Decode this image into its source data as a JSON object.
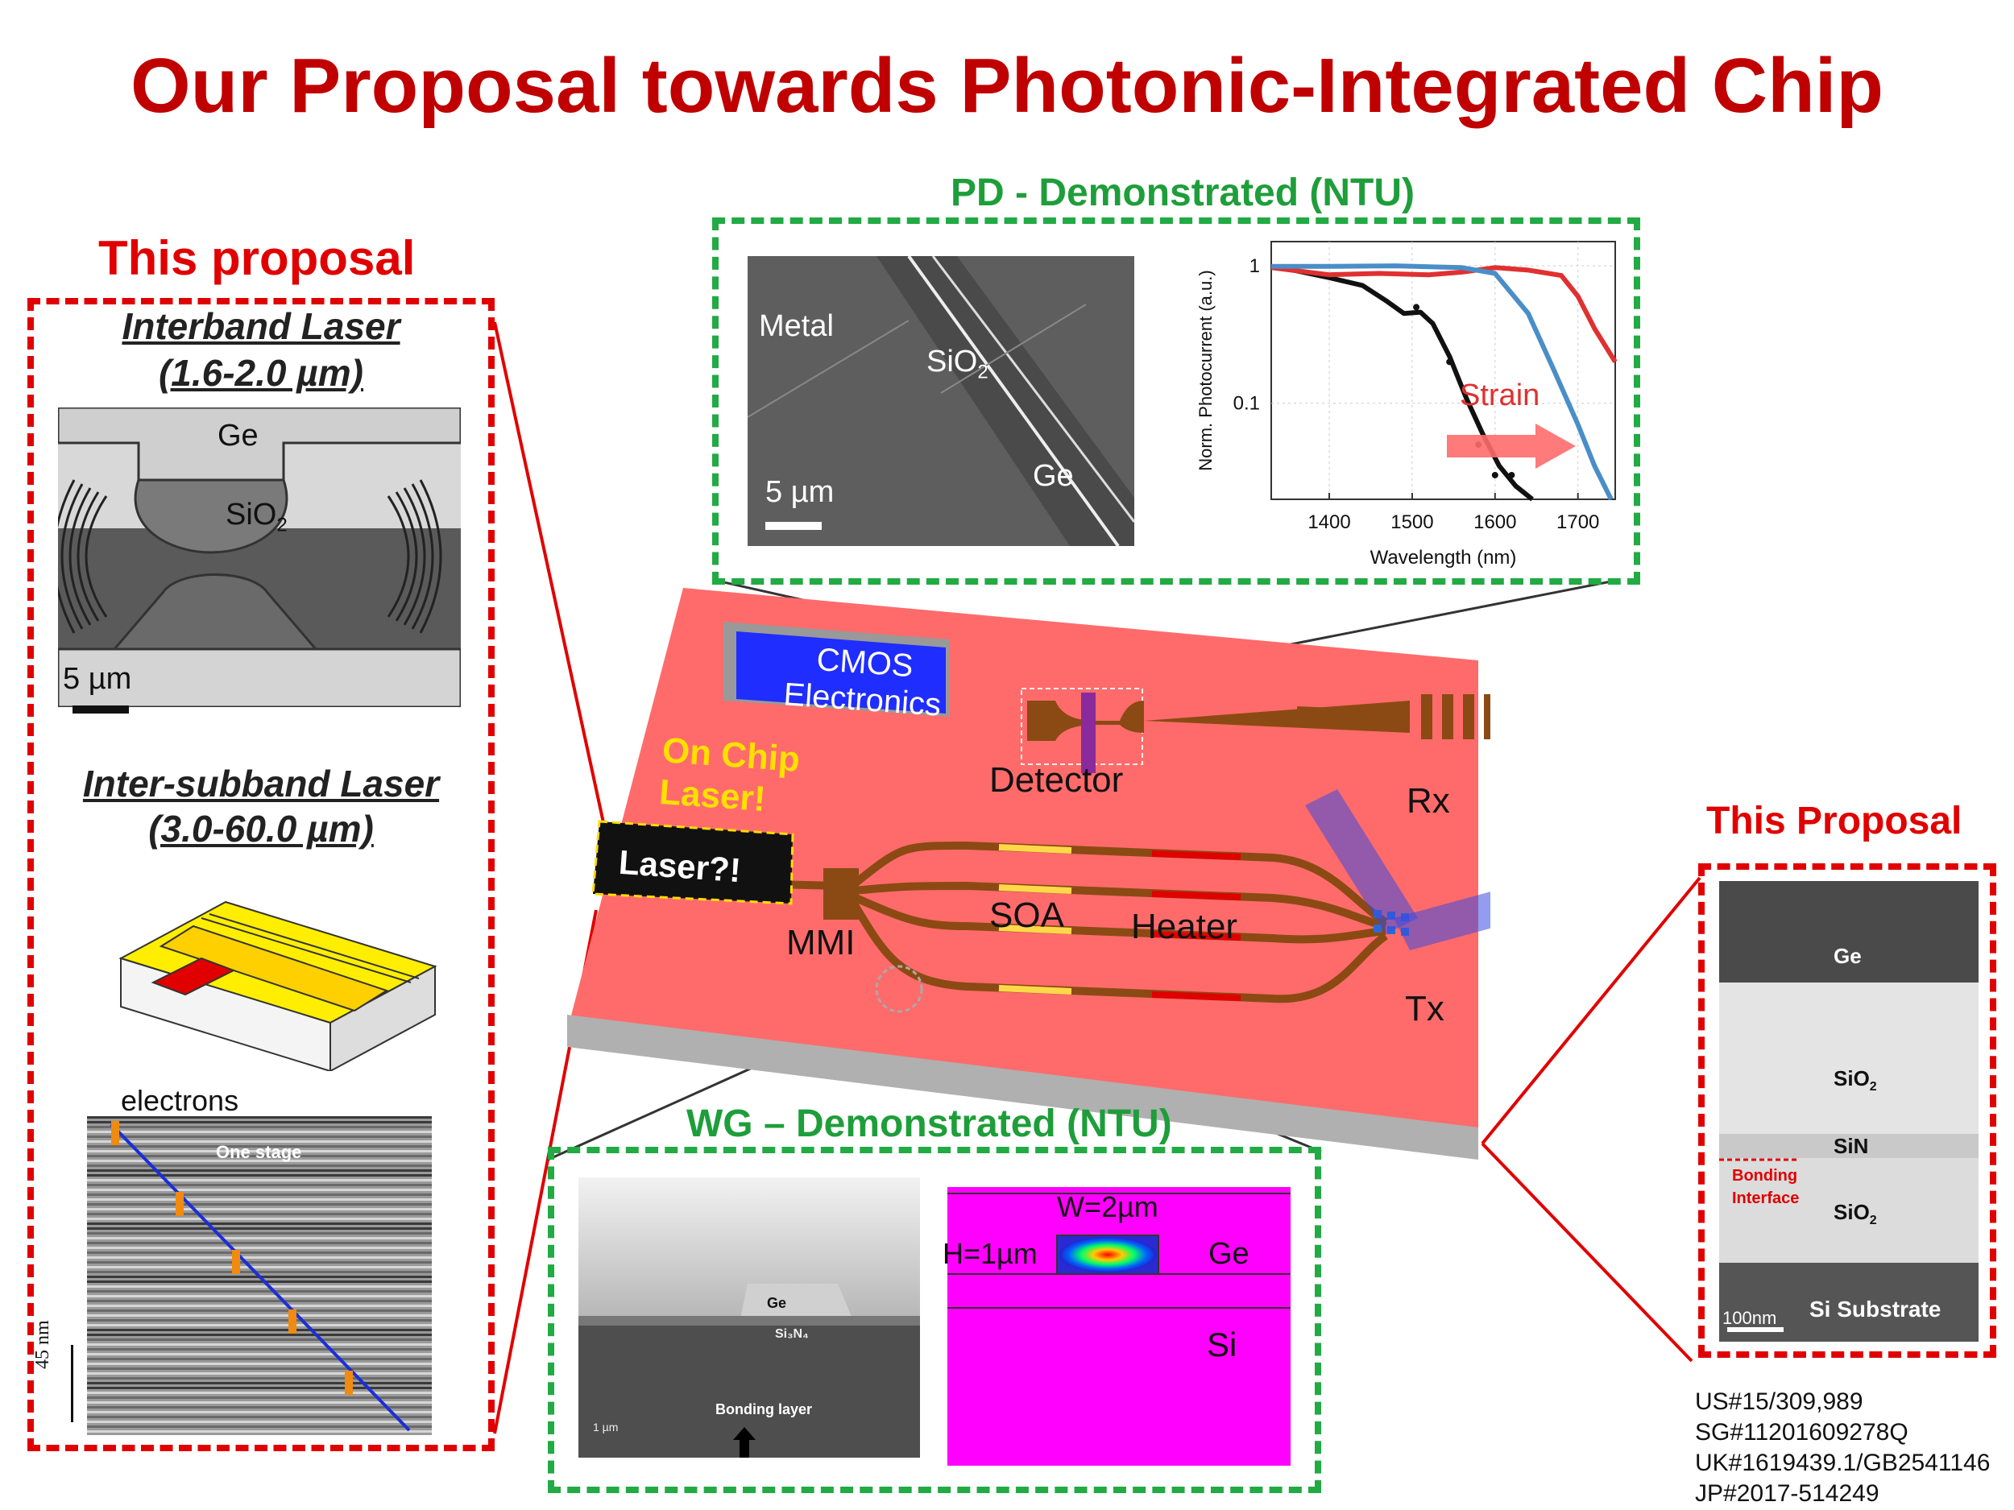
{
  "title": "Our Proposal towards Photonic-Integrated Chip",
  "left_panel": {
    "header": "This proposal",
    "interband": {
      "title": "Interband Laser",
      "range": "(1.6-2.0 µm)",
      "labels": {
        "ge": "Ge",
        "sio2": "SiO",
        "sio2_sub": "2",
        "scale": "5 µm"
      }
    },
    "intersubband": {
      "title": "Inter-subband Laser",
      "range": "(3.0-60.0 µm)",
      "labels": {
        "electrons": "electrons",
        "one_stage": "One stage",
        "scale": "45 nm"
      }
    }
  },
  "pd_panel": {
    "header": "PD - Demonstrated (NTU)",
    "sem_labels": {
      "metal": "Metal",
      "sio2": "SiO",
      "sio2_sub": "2",
      "ge": "Ge",
      "scale": "5 µm"
    }
  },
  "chip": {
    "cmos": "CMOS Electronics",
    "on_chip_laser": "On Chip Laser!",
    "laser": "Laser?!",
    "detector": "Detector",
    "rx": "Rx",
    "mmi": "MMI",
    "soa": "SOA",
    "heater": "Heater",
    "tx": "Tx"
  },
  "wg_panel": {
    "header": "WG – Demonstrated (NTU)",
    "sem_labels": {
      "ge": "Ge",
      "si3n4": "Si₃N₄",
      "bonding": "Bonding layer",
      "scale": "1 µm"
    },
    "mode_labels": {
      "w": "W=2µm",
      "h": "H=1µm",
      "ge": "Ge",
      "si": "Si"
    }
  },
  "right_panel": {
    "header": "This Proposal",
    "layers": {
      "ge": "Ge",
      "sio2_top": "SiO",
      "sio2_sub": "2",
      "sin": "SiN",
      "bonding": "Bonding Interface",
      "sio2_bot": "SiO",
      "si_sub": "Si Substrate",
      "scale": "100nm"
    }
  },
  "patents": [
    "US#15/309,989",
    "SG#11201609278Q",
    "UK#1619439.1/GB2541146",
    "JP#2017-514249"
  ],
  "colors": {
    "title": "#c00000",
    "red_box": "#e00000",
    "green_box": "#22aa44",
    "chip": "#ff6b6b",
    "waveguide": "#8b4a13"
  },
  "chart_data": {
    "type": "line",
    "title": "",
    "xlabel": "Wavelength (nm)",
    "ylabel": "Norm. Photocurrent (a.u.)",
    "xlim": [
      1330,
      1745
    ],
    "ylim": [
      0.02,
      1.5
    ],
    "yscale": "log",
    "xticks": [
      1400,
      1500,
      1600,
      1700
    ],
    "yticks": [
      {
        "v": 1,
        "label": "1"
      },
      {
        "v": 0.1,
        "label": "0.1"
      }
    ],
    "grid": true,
    "annotation": "Strain",
    "series": [
      {
        "color": "#111111",
        "x": [
          1330,
          1360,
          1400,
          1440,
          1470,
          1490,
          1510,
          1525,
          1545,
          1565,
          1585,
          1605,
          1625,
          1645
        ],
        "y": [
          0.98,
          0.92,
          0.82,
          0.72,
          0.55,
          0.45,
          0.46,
          0.38,
          0.22,
          0.11,
          0.06,
          0.035,
          0.025,
          0.02
        ],
        "markers_x": [
          1505,
          1545,
          1580,
          1600,
          1620
        ],
        "markers_y": [
          0.5,
          0.2,
          0.05,
          0.03,
          0.03
        ]
      },
      {
        "color": "#e03030",
        "x": [
          1330,
          1400,
          1460,
          1520,
          1560,
          1600,
          1640,
          1680,
          1700,
          1720,
          1745
        ],
        "y": [
          0.97,
          0.86,
          0.88,
          0.86,
          0.9,
          0.97,
          0.93,
          0.85,
          0.6,
          0.35,
          0.2
        ]
      },
      {
        "color": "#4a8ec8",
        "x": [
          1330,
          1400,
          1480,
          1560,
          1600,
          1640,
          1670,
          1700,
          1720,
          1740
        ],
        "y": [
          0.99,
          0.99,
          1.0,
          0.97,
          0.88,
          0.45,
          0.18,
          0.07,
          0.035,
          0.02
        ]
      }
    ]
  }
}
